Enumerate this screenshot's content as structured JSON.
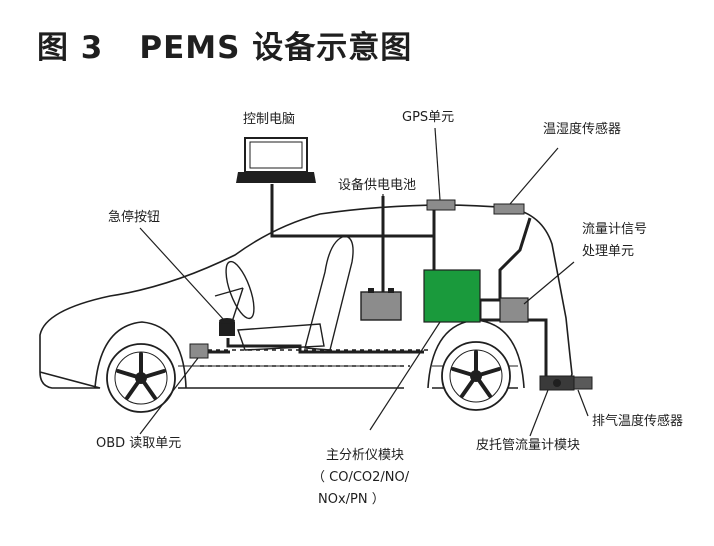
{
  "title": {
    "figure": "图 3",
    "text": "PEMS 设备示意图"
  },
  "labels": {
    "control_pc": "控制电脑",
    "gps_unit": "GPS单元",
    "temp_humidity_sensor": "温湿度传感器",
    "power_battery": "设备供电电池",
    "emergency_stop": "急停按钮",
    "flow_signal_unit_line1": "流量计信号",
    "flow_signal_unit_line2": "处理单元",
    "obd_reader": "OBD 读取单元",
    "main_analyzer_line1": "主分析仪模块",
    "main_analyzer_line2": "（ CO/CO2/NO/",
    "main_analyzer_line3": "NOx/PN ）",
    "pitot_flow_module": "皮托管流量计模块",
    "exhaust_temp_sensor": "排气温度传感器"
  },
  "colors": {
    "analyzer_green": "#1a9a3c",
    "component_gray": "#8c8c8c",
    "outline": "#1f1f1f"
  }
}
